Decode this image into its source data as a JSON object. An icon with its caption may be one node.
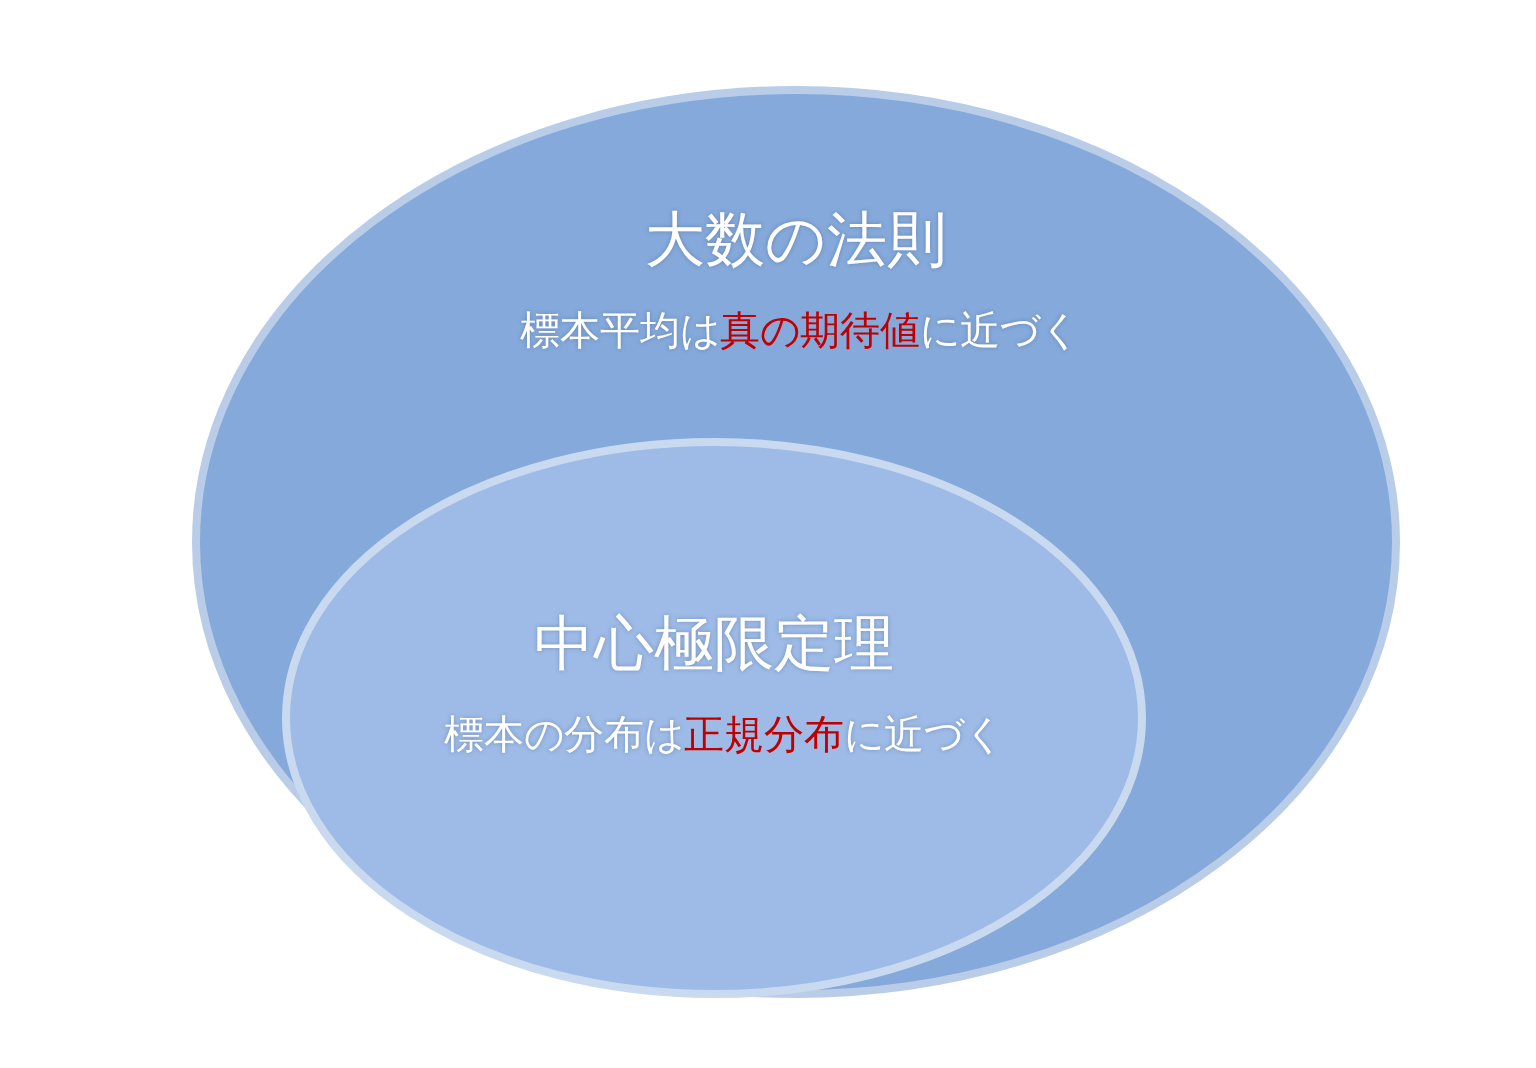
{
  "diagram": {
    "nodes": [
      {
        "text": [
          "大数の法則",
          "標本平均は**真の期待値**に近づく"
        ]
      },
      {
        "text": [
          "中心極限定理",
          "標本の分布は**正規分布**に近づく"
        ],
        "in": 0
      }
    ]
  }
}
